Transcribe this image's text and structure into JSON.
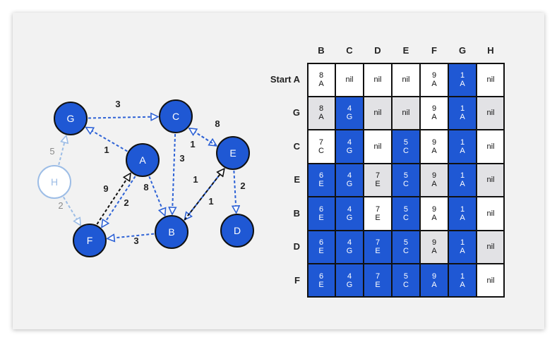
{
  "graph": {
    "nodes": [
      {
        "id": "G",
        "label": "G",
        "style": "solid"
      },
      {
        "id": "C",
        "label": "C",
        "style": "solid"
      },
      {
        "id": "A",
        "label": "A",
        "style": "solid"
      },
      {
        "id": "E",
        "label": "E",
        "style": "solid"
      },
      {
        "id": "H",
        "label": "H",
        "style": "faded"
      },
      {
        "id": "F",
        "label": "F",
        "style": "solid"
      },
      {
        "id": "B",
        "label": "B",
        "style": "solid"
      },
      {
        "id": "D",
        "label": "D",
        "style": "solid"
      }
    ],
    "edges": [
      {
        "from": "G",
        "to": "C",
        "weight": "3",
        "style": "blue"
      },
      {
        "from": "A",
        "to": "G",
        "weight": "1",
        "style": "blue"
      },
      {
        "from": "A",
        "to": "F",
        "weight": "9",
        "style": "blue"
      },
      {
        "from": "A",
        "to": "B",
        "weight": "8",
        "style": "blue"
      },
      {
        "from": "F",
        "to": "A",
        "weight": "2",
        "style": "black"
      },
      {
        "from": "C",
        "to": "B",
        "weight": "3",
        "style": "blue"
      },
      {
        "from": "C",
        "to": "E",
        "weight": "1",
        "style": "blue"
      },
      {
        "from": "E",
        "to": "C",
        "weight": "8",
        "style": "blue"
      },
      {
        "from": "E",
        "to": "B",
        "weight": "1",
        "style": "blue"
      },
      {
        "from": "B",
        "to": "E",
        "weight": "1",
        "style": "black"
      },
      {
        "from": "E",
        "to": "D",
        "weight": "2",
        "style": "blue"
      },
      {
        "from": "B",
        "to": "F",
        "weight": "3",
        "style": "blue"
      },
      {
        "from": "H",
        "to": "G",
        "weight": "5",
        "style": "faded"
      },
      {
        "from": "H",
        "to": "F",
        "weight": "2",
        "style": "faded"
      }
    ],
    "colors": {
      "node_fill": "#1f58d4",
      "node_stroke": "#111111",
      "edge_blue": "#2f63d6",
      "edge_black": "#111111",
      "faded": "#9dbde6",
      "label_gray": "#8a8a8a"
    }
  },
  "table": {
    "columns": [
      "B",
      "C",
      "D",
      "E",
      "F",
      "G",
      "H"
    ],
    "rows": [
      {
        "label": "Start A",
        "cells": [
          {
            "t": "8\nA",
            "s": "w"
          },
          {
            "t": "nil",
            "s": "w"
          },
          {
            "t": "nil",
            "s": "w"
          },
          {
            "t": "nil",
            "s": "w"
          },
          {
            "t": "9\nA",
            "s": "w"
          },
          {
            "t": "1\nA",
            "s": "b"
          },
          {
            "t": "nil",
            "s": "w"
          }
        ]
      },
      {
        "label": "G",
        "cells": [
          {
            "t": "8\nA",
            "s": "g"
          },
          {
            "t": "4\nG",
            "s": "b"
          },
          {
            "t": "nil",
            "s": "g"
          },
          {
            "t": "nil",
            "s": "g"
          },
          {
            "t": "9\nA",
            "s": "w"
          },
          {
            "t": "1\nA",
            "s": "b"
          },
          {
            "t": "nil",
            "s": "g"
          }
        ]
      },
      {
        "label": "C",
        "cells": [
          {
            "t": "7\nC",
            "s": "w"
          },
          {
            "t": "4\nG",
            "s": "b"
          },
          {
            "t": "nil",
            "s": "w"
          },
          {
            "t": "5\nC",
            "s": "b"
          },
          {
            "t": "9\nA",
            "s": "w"
          },
          {
            "t": "1\nA",
            "s": "b"
          },
          {
            "t": "nil",
            "s": "w"
          }
        ]
      },
      {
        "label": "E",
        "cells": [
          {
            "t": "6\nE",
            "s": "b"
          },
          {
            "t": "4\nG",
            "s": "b"
          },
          {
            "t": "7\nE",
            "s": "g"
          },
          {
            "t": "5\nC",
            "s": "b"
          },
          {
            "t": "9\nA",
            "s": "g"
          },
          {
            "t": "1\nA",
            "s": "b"
          },
          {
            "t": "nil",
            "s": "g"
          }
        ]
      },
      {
        "label": "B",
        "cells": [
          {
            "t": "6\nE",
            "s": "b"
          },
          {
            "t": "4\nG",
            "s": "b"
          },
          {
            "t": "7\nE",
            "s": "w"
          },
          {
            "t": "5\nC",
            "s": "b"
          },
          {
            "t": "9\nA",
            "s": "w"
          },
          {
            "t": "1\nA",
            "s": "b"
          },
          {
            "t": "nil",
            "s": "w"
          }
        ]
      },
      {
        "label": "D",
        "cells": [
          {
            "t": "6\nE",
            "s": "b"
          },
          {
            "t": "4\nG",
            "s": "b"
          },
          {
            "t": "7\nE",
            "s": "b"
          },
          {
            "t": "5\nC",
            "s": "b"
          },
          {
            "t": "9\nA",
            "s": "g"
          },
          {
            "t": "1\nA",
            "s": "b"
          },
          {
            "t": "nil",
            "s": "g"
          }
        ]
      },
      {
        "label": "F",
        "cells": [
          {
            "t": "6\nE",
            "s": "b"
          },
          {
            "t": "4\nG",
            "s": "b"
          },
          {
            "t": "7\nE",
            "s": "b"
          },
          {
            "t": "5\nC",
            "s": "b"
          },
          {
            "t": "9\nA",
            "s": "b"
          },
          {
            "t": "1\nA",
            "s": "b"
          },
          {
            "t": "nil",
            "s": "w"
          }
        ]
      }
    ]
  }
}
